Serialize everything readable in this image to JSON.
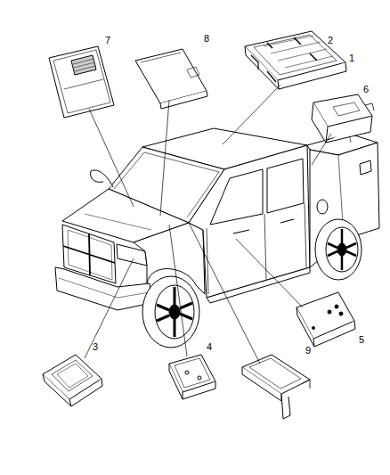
{
  "diagram": {
    "labels": [
      "7",
      "8",
      "2",
      "1",
      "6",
      "3",
      "4",
      "9",
      "5"
    ]
  }
}
